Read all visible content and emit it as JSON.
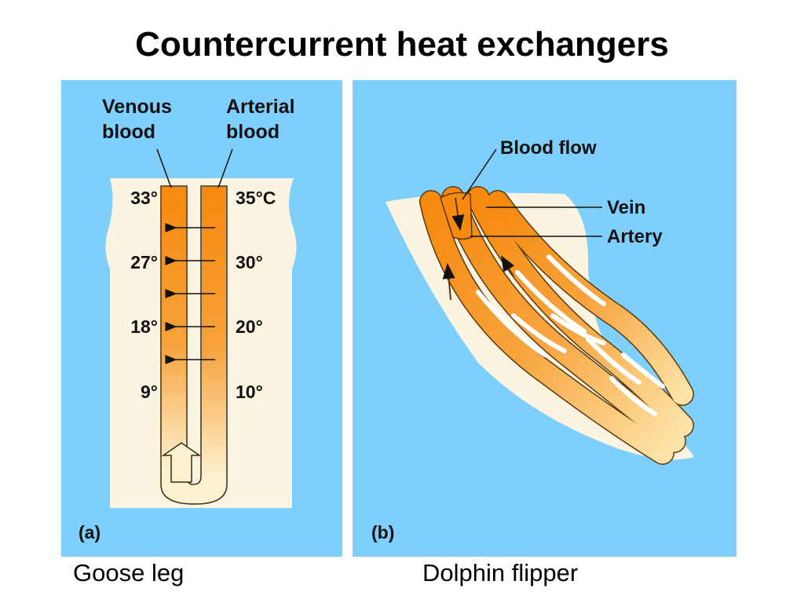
{
  "title": "Countercurrent heat exchangers",
  "panel_a": {
    "letter": "(a)",
    "venous_label": [
      "Venous",
      "blood"
    ],
    "arterial_label": [
      "Arterial",
      "blood"
    ],
    "venous_temps": [
      "33°",
      "27°",
      "18°",
      "9°"
    ],
    "arterial_temps": [
      "35°C",
      "30°",
      "20°",
      "10°"
    ],
    "caption": "Goose leg"
  },
  "panel_b": {
    "letter": "(b)",
    "blood_flow_label": "Blood flow",
    "vein_label": "Vein",
    "artery_label": "Artery",
    "caption": "Dolphin flipper"
  },
  "colors": {
    "panel_bg": "#7ecffc",
    "tissue": "#fbf4e0",
    "vessel_orange": "#f7890e",
    "vessel_pale": "#fdf1cf"
  }
}
